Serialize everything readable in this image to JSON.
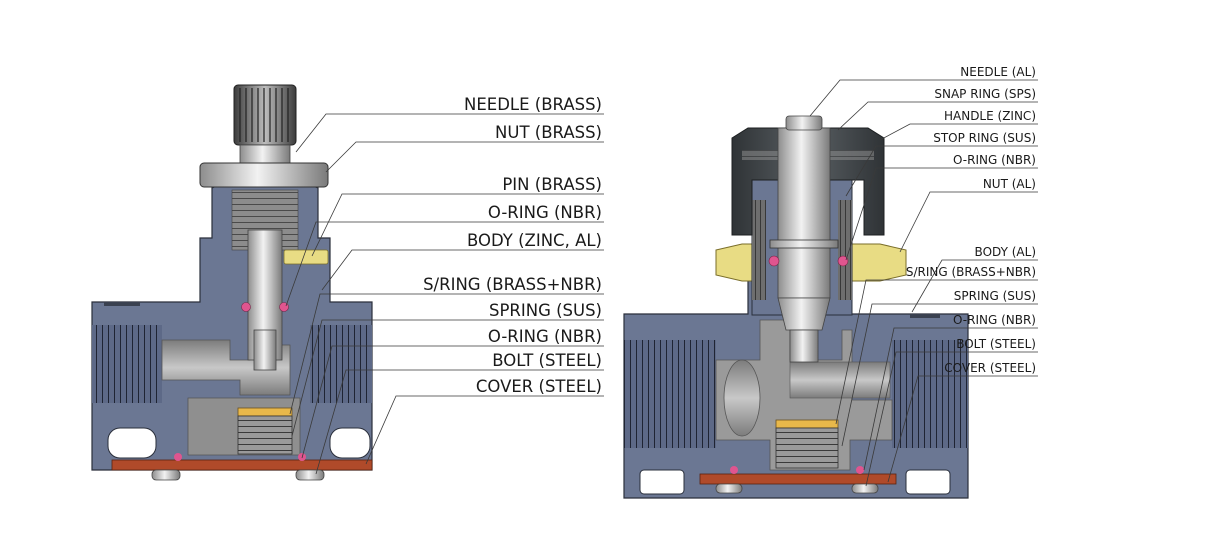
{
  "left_valve": {
    "labels": [
      "NEEDLE (BRASS)",
      "NUT (BRASS)",
      "PIN (BRASS)",
      "O-RING (NBR)",
      "BODY (ZINC, AL)",
      "S/RING (BRASS+NBR)",
      "SPRING (SUS)",
      "O-RING (NBR)",
      "BOLT (STEEL)",
      "COVER (STEEL)"
    ]
  },
  "right_valve": {
    "labels": [
      "NEEDLE (AL)",
      "SNAP RING (SPS)",
      "HANDLE (ZINC)",
      "STOP RING (SUS)",
      "O-RING (NBR)",
      "NUT (AL)",
      "BODY (AL)",
      "S/RING (BRASS+NBR)",
      "SPRING (SUS)",
      "O-RING (NBR)",
      "BOLT (STEEL)",
      "COVER (STEEL)"
    ]
  },
  "colors": {
    "body": "#6b7793",
    "body_dark": "#4f5a74",
    "section": "#9a9a9a",
    "steel": "#c9c9c9",
    "brass": "#e8dc84",
    "cover": "#b04a2a",
    "oring": "#e0558f",
    "handle": "#3f4447"
  }
}
